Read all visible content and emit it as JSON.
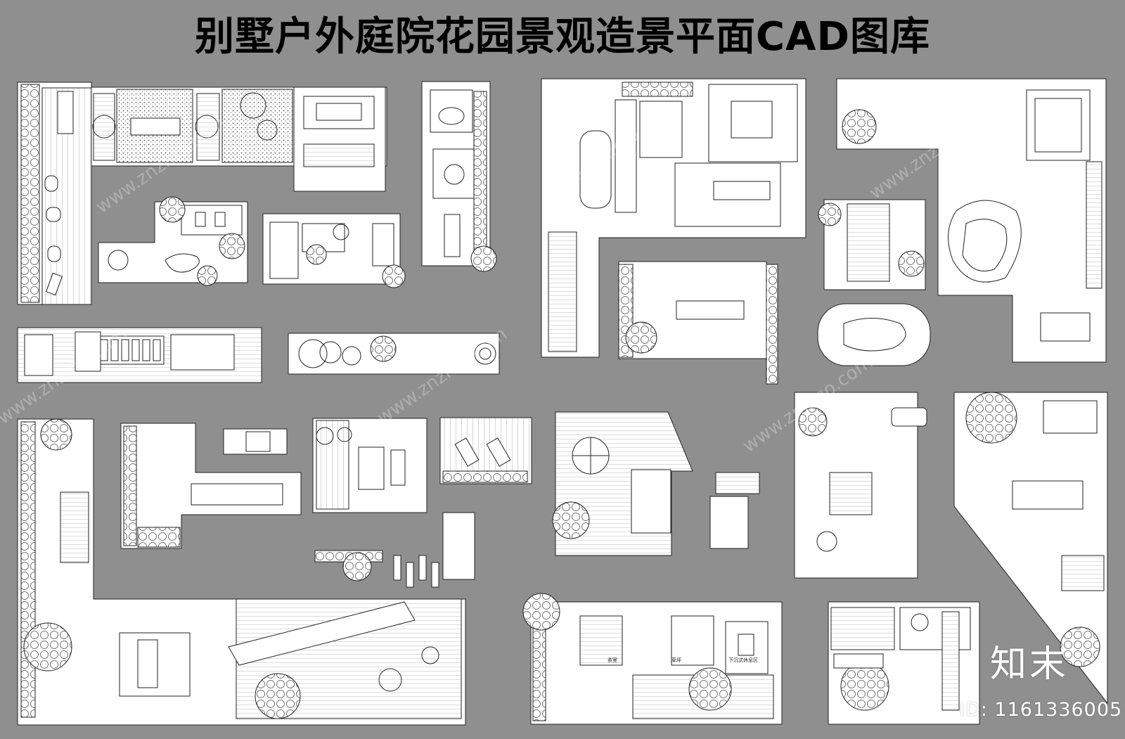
{
  "title": "别墅户外庭院花园景观造景平面CAD图库",
  "watermark": {
    "brand": "知末",
    "id_text": "ID: 1161336005",
    "url": "www.znzmo.com"
  },
  "plan_labels": {
    "tea_room": "茶室",
    "lawn": "草坪",
    "sunken_area": "下沉式休息区"
  }
}
